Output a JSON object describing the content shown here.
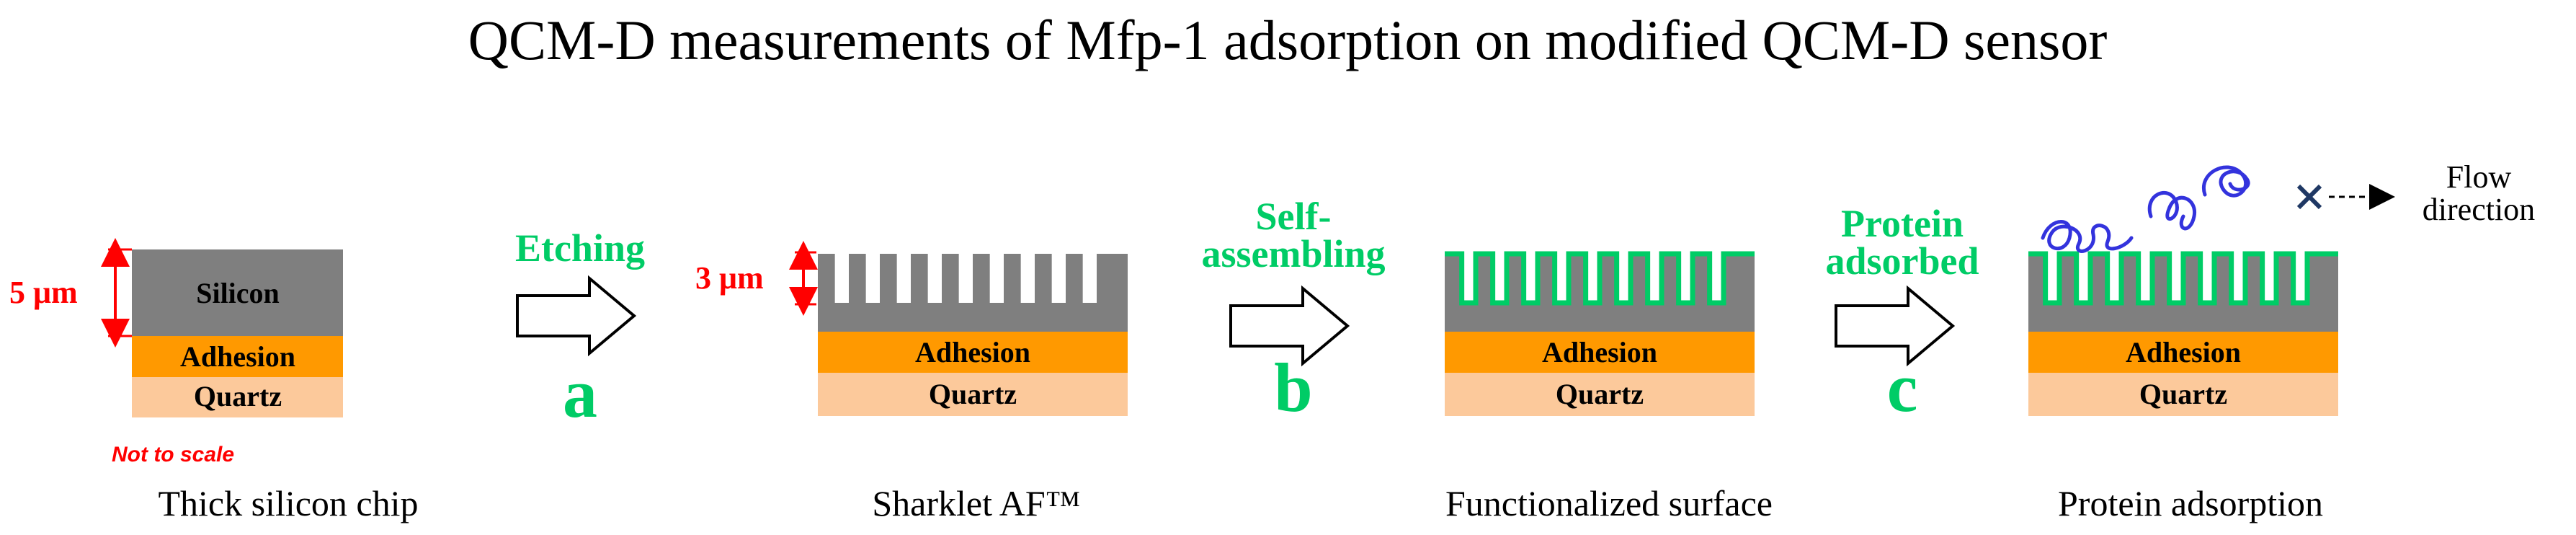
{
  "title": "QCM-D measurements of Mfp-1 adsorption on modified QCM-D sensor",
  "colors": {
    "silicon": "#7f7f7f",
    "adhesion": "#ff9900",
    "quartz": "#fcc99b",
    "coating": "#00cc66",
    "dimension": "#ff0000",
    "protein": "#3333dd",
    "marker": "#1f3864"
  },
  "layers": {
    "silicon": "Silicon",
    "adhesion": "Adhesion",
    "quartz": "Quartz"
  },
  "stages": [
    {
      "caption": "Thick silicon chip"
    },
    {
      "caption": "Sharklet AF™"
    },
    {
      "caption": "Functionalized surface"
    },
    {
      "caption": "Protein adsorption"
    }
  ],
  "steps": [
    {
      "label_lines": [
        "Etching"
      ],
      "letter": "a"
    },
    {
      "label_lines": [
        "Self-",
        "assembling"
      ],
      "letter": "b"
    },
    {
      "label_lines": [
        "Protein",
        "adsorbed"
      ],
      "letter": "c"
    }
  ],
  "dimensions": {
    "silicon_thickness": "5 μm",
    "feature_depth": "3 μm"
  },
  "note": "Not to scale",
  "flow_label_lines": [
    "Flow",
    "direction"
  ]
}
